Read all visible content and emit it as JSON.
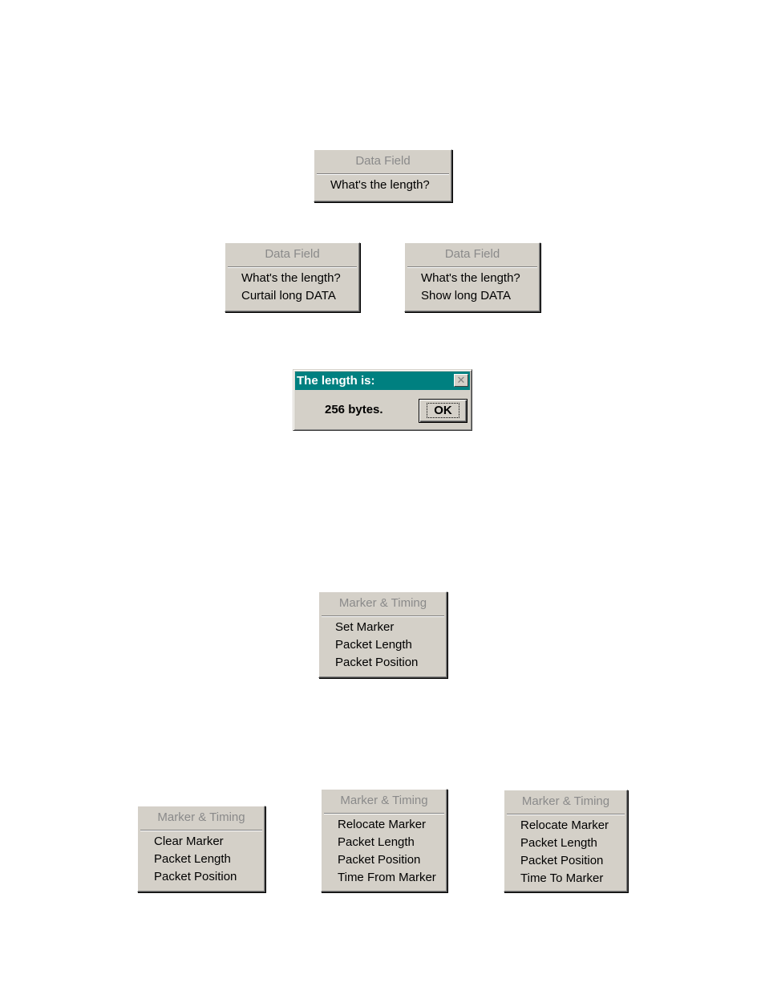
{
  "data_field_menus": [
    {
      "title": "Data Field",
      "items": [
        "What's the length?"
      ]
    },
    {
      "title": "Data Field",
      "items": [
        "What's the length?",
        "Curtail long DATA"
      ]
    },
    {
      "title": "Data Field",
      "items": [
        "What's the length?",
        "Show long DATA"
      ]
    }
  ],
  "length_dialog": {
    "title": "The length is:",
    "close_icon": "close-icon",
    "message": "256 bytes.",
    "ok_label": "OK"
  },
  "marker_menus": [
    {
      "title": "Marker & Timing",
      "items": [
        "Set Marker",
        "Packet Length",
        "Packet Position"
      ]
    },
    {
      "title": "Marker & Timing",
      "items": [
        "Clear Marker",
        "Packet Length",
        "Packet Position"
      ]
    },
    {
      "title": "Marker & Timing",
      "items": [
        "Relocate Marker",
        "Packet Length",
        "Packet Position",
        "Time From Marker"
      ]
    },
    {
      "title": "Marker & Timing",
      "items": [
        "Relocate Marker",
        "Packet Length",
        "Packet Position",
        "Time To Marker"
      ]
    }
  ],
  "colors": {
    "menu_face": "#d4d0c8",
    "menu_title_text": "#8a8a8a",
    "dialog_titlebar": "#008080"
  }
}
